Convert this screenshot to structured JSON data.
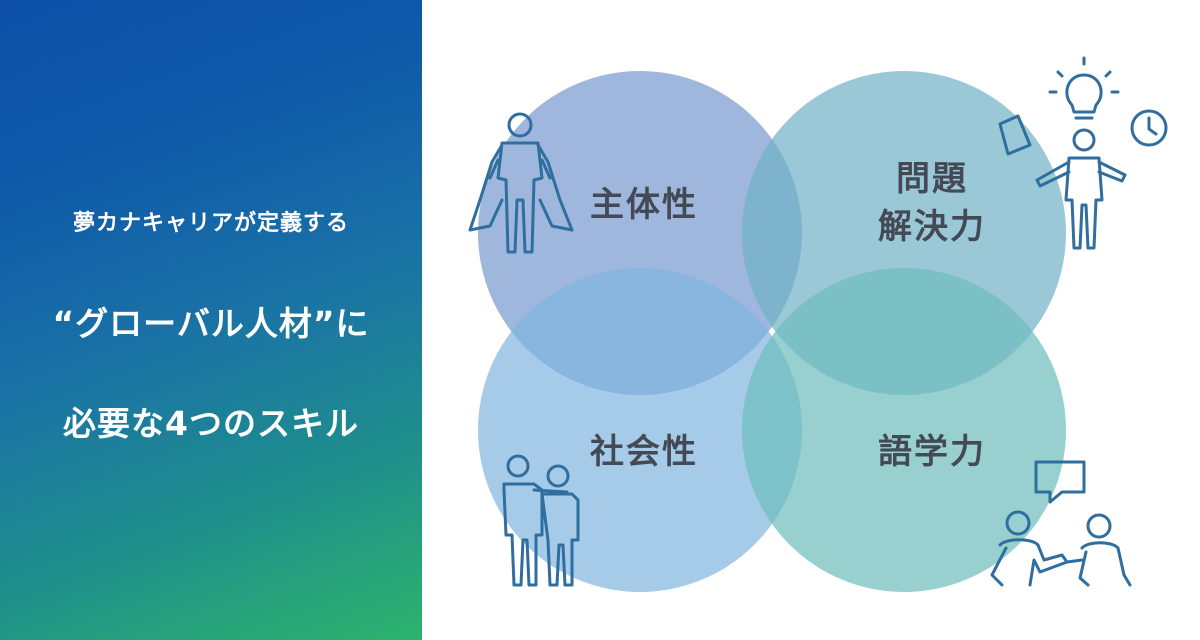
{
  "left_panel": {
    "line1": "夢カナキャリアが定義する",
    "line2": "“グローバル人材”に",
    "line3": "必要な4つのスキル"
  },
  "skills": {
    "initiative": "主体性",
    "problem_solving_line1": "問題",
    "problem_solving_line2": "解決力",
    "sociability": "社会性",
    "language": "語学力"
  },
  "colors": {
    "circle_top_left": "#7f9fd0",
    "circle_top_right": "#6fb0c6",
    "circle_bottom_left": "#7fb5e0",
    "circle_bottom_right": "#6cbcbc",
    "icon_stroke": "#2f6e9e",
    "label_text": "#444a55"
  }
}
